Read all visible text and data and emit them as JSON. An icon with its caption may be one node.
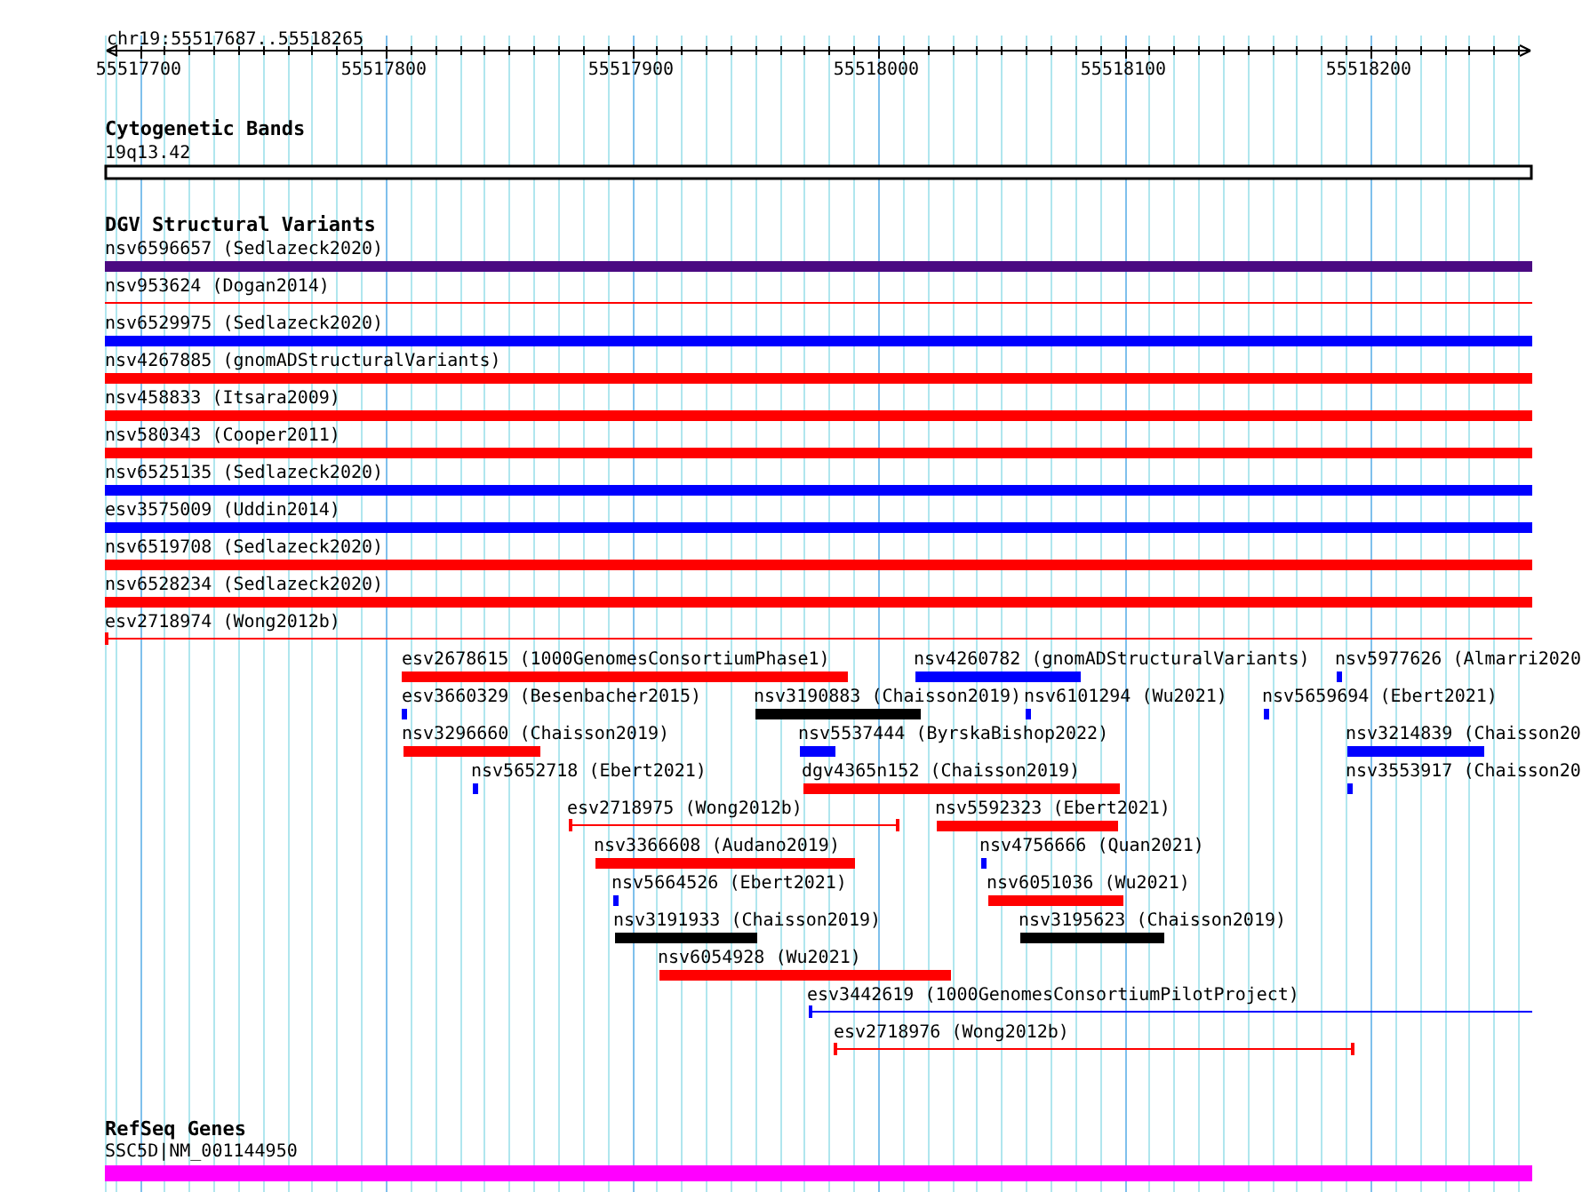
{
  "diagram": {
    "labels": [
      "chr19:55517687..55518265",
      "55517700",
      "55517800",
      "55517900",
      "55518000",
      "55518100",
      "55518200",
      "Cytogenetic Bands",
      "19q13.42",
      "DGV Structural Variants",
      "nsv6596657 (Sedlazeck2020)",
      "nsv953624 (Dogan2014)",
      "nsv6529975 (Sedlazeck2020)",
      "nsv4267885 (gnomADStructuralVariants)",
      "nsv458833 (Itsara2009)",
      "nsv580343 (Cooper2011)",
      "nsv6525135 (Sedlazeck2020)",
      "esv3575009 (Uddin2014)",
      "nsv6519708 (Sedlazeck2020)",
      "nsv6528234 (Sedlazeck2020)",
      "esv2718974 (Wong2012b)",
      "esv2678615 (1000GenomesConsortiumPhase1)",
      "nsv4260782 (gnomADStructuralVariants)",
      "nsv5977626 (Almarri2020",
      "esv3660329 (Besenbacher2015)",
      "nsv3190883 (Chaisson2019)",
      "nsv6101294 (Wu2021)",
      "nsv5659694 (Ebert2021)",
      "nsv3296660 (Chaisson2019)",
      "nsv5537444 (ByrskaBishop2022)",
      "nsv3214839 (Chaisson20",
      "nsv5652718 (Ebert2021)",
      "dgv4365n152 (Chaisson2019)",
      "nsv3553917 (Chaisson20",
      "esv2718975 (Wong2012b)",
      "nsv5592323 (Ebert2021)",
      "nsv3366608 (Audano2019)",
      "nsv4756666 (Quan2021)",
      "nsv5664526 (Ebert2021)",
      "nsv6051036 (Wu2021)",
      "nsv3191933 (Chaisson2019)",
      "nsv3195623 (Chaisson2019)",
      "nsv6054928 (Wu2021)",
      "esv3442619 (1000GenomesConsortiumPilotProject)",
      "esv2718976 (Wong2012b)",
      "RefSeq Genes",
      "SSC5D|NM_001144950"
    ]
  }
}
